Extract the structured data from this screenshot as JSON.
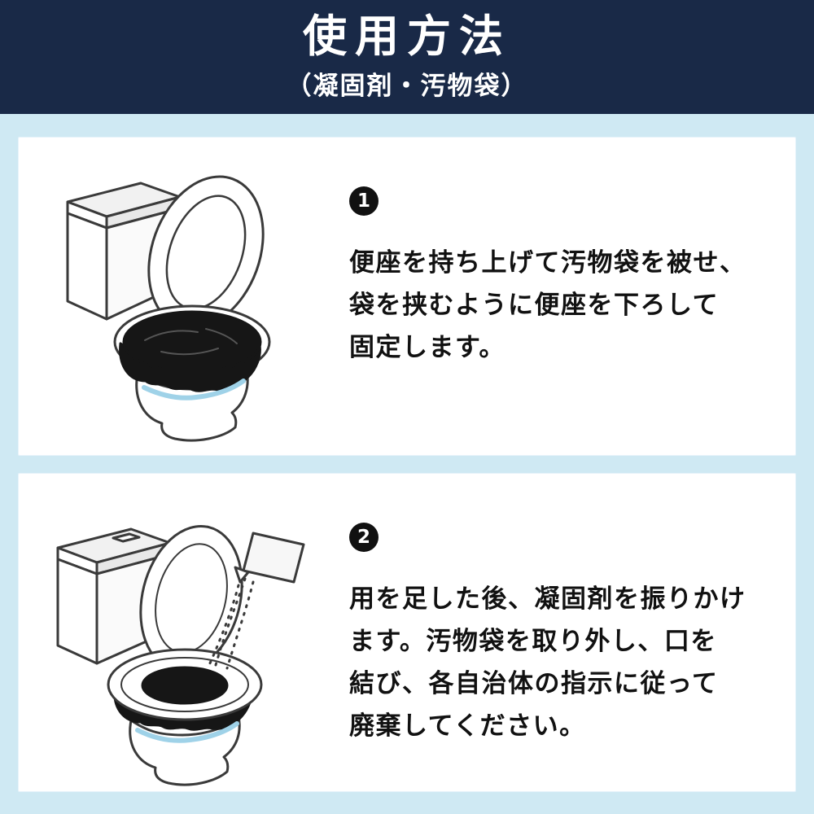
{
  "colors": {
    "header_bg": "#192947",
    "page_bg": "#cfe9f3",
    "panel_bg": "#ffffff",
    "badge_bg": "#111111",
    "badge_text": "#ffffff",
    "body_text": "#111111",
    "waste_bag": "#161616",
    "water_accent": "#9fd2e8",
    "outline": "#3a3a3a"
  },
  "header": {
    "title": "使用方法",
    "subtitle": "（凝固剤・汚物袋）"
  },
  "steps": [
    {
      "number": "1",
      "illustration": "toilet-seat-lifted-waste-bag-installed",
      "lines": [
        "便座を持ち上げて汚物袋を被せ、",
        "袋を挟むように便座を下ろして",
        "固定します。"
      ]
    },
    {
      "number": "2",
      "illustration": "toilet-sprinkling-coagulant-from-packet",
      "lines": [
        "用を足した後、凝固剤を振りかけ",
        "ます。汚物袋を取り外し、口を",
        "結び、各自治体の指示に従って",
        "廃棄してください。"
      ]
    }
  ]
}
